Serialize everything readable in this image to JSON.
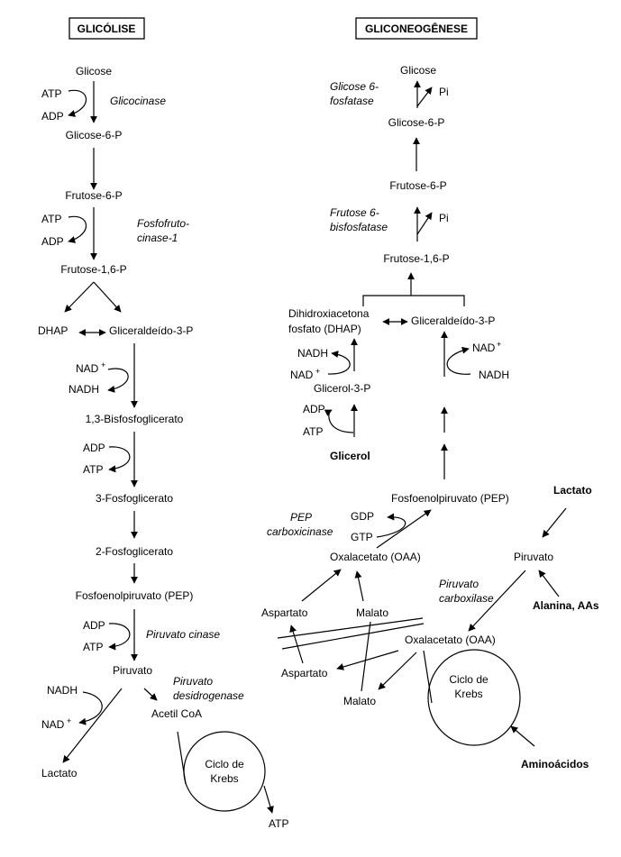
{
  "headers": {
    "glicolise": "GLICÓLISE",
    "gliconeogenese": "GLICONEOGÊNESE"
  },
  "glicolise": {
    "glicose": "Glicose",
    "atp1": "ATP",
    "adp1": "ADP",
    "glicocinase": "Glicocinase",
    "glicose6p": "Glicose-6-P",
    "frutose6p": "Frutose-6-P",
    "atp2": "ATP",
    "adp2": "ADP",
    "pfk_line1": "Fosfofruto-",
    "pfk_line2": "cinase-1",
    "frutose16p": "Frutose-1,6-P",
    "dhap": "DHAP",
    "gliceraldeido3p": "Gliceraldeído-3-P",
    "nad1": "NAD",
    "plus": "+",
    "nadh1": "NADH",
    "bpg13": "1,3-Bisfosfoglicerato",
    "adp3": "ADP",
    "atp3": "ATP",
    "pg3": "3-Fosfoglicerato",
    "pg2": "2-Fosfoglicerato",
    "pep": "Fosfoenolpiruvato (PEP)",
    "adp4": "ADP",
    "atp4": "ATP",
    "piruvato_cinase": "Piruvato cinase",
    "piruvato": "Piruvato",
    "nadh2": "NADH",
    "nad2": "NAD",
    "pdh_line1": "Piruvato",
    "pdh_line2": "desidrogenase",
    "acetil_coa": "Acetil CoA",
    "lactato": "Lactato",
    "krebs_line1": "Ciclo de",
    "krebs_line2": "Krebs",
    "atp_final": "ATP"
  },
  "gliconeogenese": {
    "glicose": "Glicose",
    "pi1": "Pi",
    "g6pase_line1": "Glicose 6-",
    "g6pase_line2": "fosfatase",
    "glicose6p": "Glicose-6-P",
    "frutose6p": "Frutose-6-P",
    "pi2": "Pi",
    "fbpase_line1": "Frutose 6-",
    "fbpase_line2": "bisfosfatase",
    "frutose16p": "Frutose-1,6-P",
    "dhap_line1": "Dihidroxiacetona",
    "dhap_line2": "fosfato (DHAP)",
    "gliceraldeido3p": "Gliceraldeído-3-P",
    "nadh_l": "NADH",
    "nad_l": "NAD",
    "nad_r": "NAD",
    "nadh_r": "NADH",
    "plus": "+",
    "glicerol3p": "Glicerol-3-P",
    "adp": "ADP",
    "atp": "ATP",
    "glicerol": "Glicerol",
    "pep": "Fosfoenolpiruvato (PEP)",
    "lactato": "Lactato",
    "pepck_line1": "PEP",
    "pepck_line2": "carboxicinase",
    "gdp": "GDP",
    "gtp": "GTP",
    "oaa1": "Oxalacetato (OAA)",
    "piruvato": "Piruvato",
    "pc_line1": "Piruvato",
    "pc_line2": "carboxilase",
    "alanina": "Alanina, AAs",
    "aspartato1": "Aspartato",
    "malato1": "Malato",
    "oaa2": "Oxalacetato (OAA)",
    "aspartato2": "Aspartato",
    "malato2": "Malato",
    "krebs_line1": "Ciclo de",
    "krebs_line2": "Krebs",
    "aminoacidos": "Aminoácidos"
  }
}
